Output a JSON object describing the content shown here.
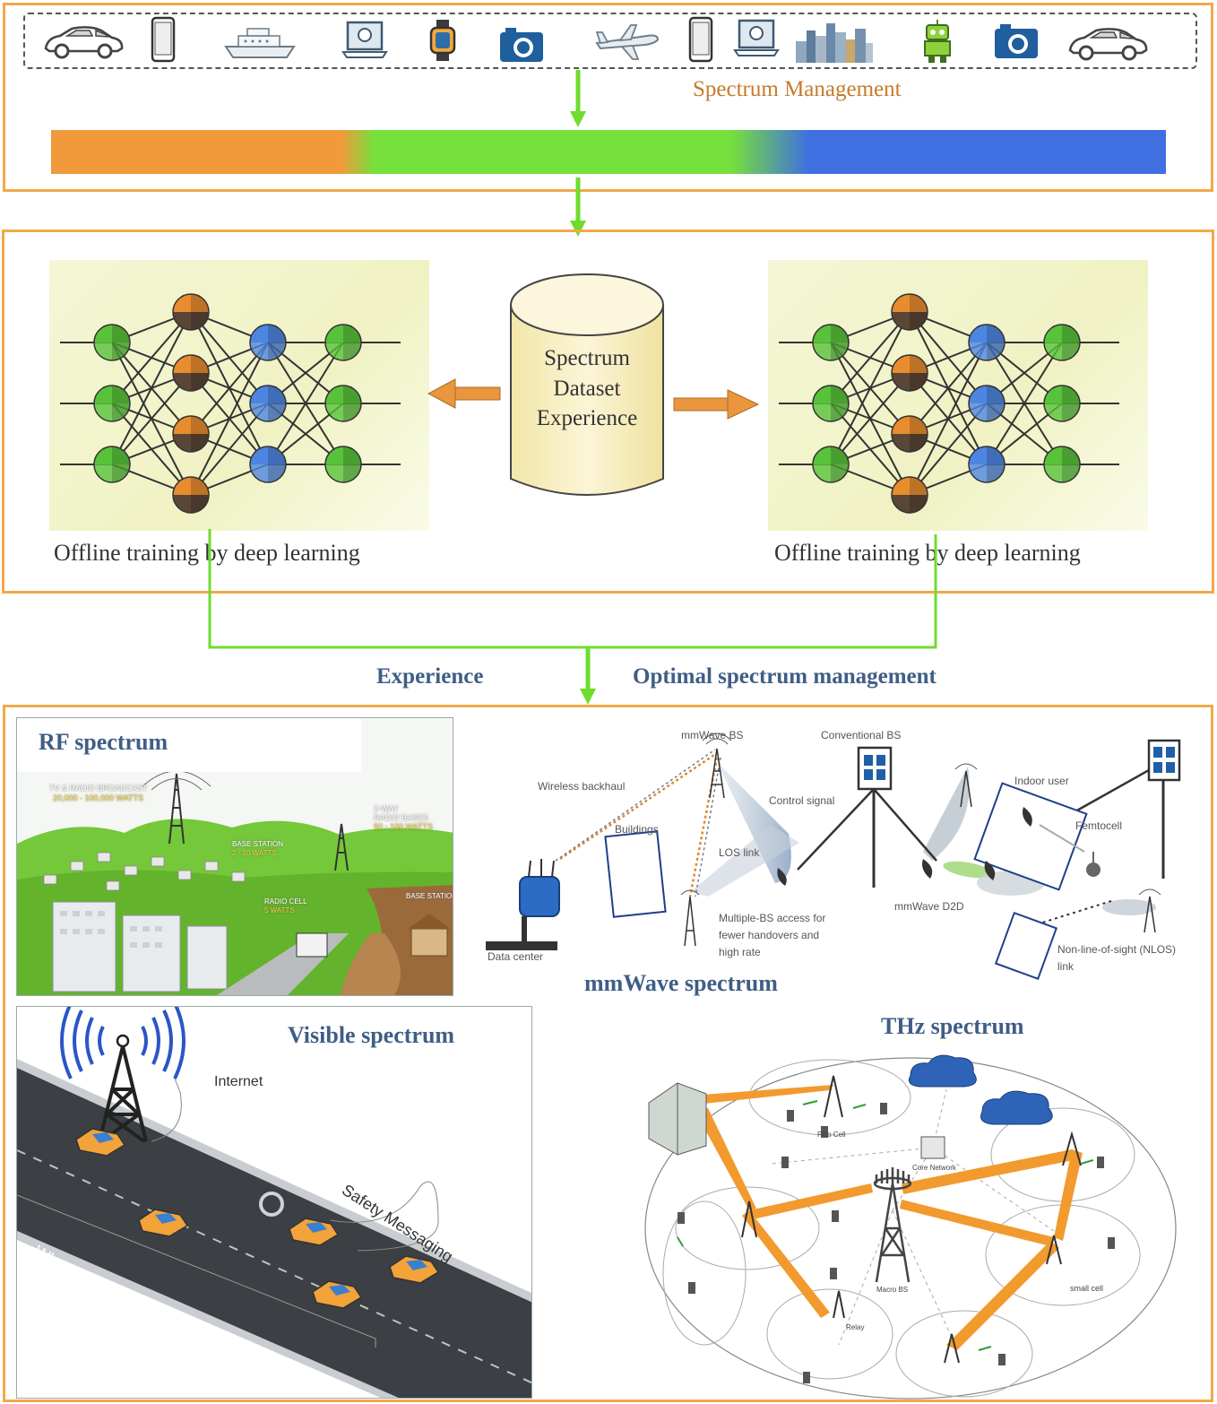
{
  "top": {
    "devices": [
      "car-icon",
      "smartphone-icon",
      "ship-icon",
      "laptop-icon",
      "smartwatch-icon",
      "camera-icon",
      "airplane-icon",
      "smartphone-icon",
      "laptop-icon",
      "city-icon",
      "robot-icon",
      "camera-icon",
      "car-icon"
    ],
    "spectrum_management_label": "Spectrum Management",
    "bar_colors": [
      "#f09a3c",
      "#76e03c",
      "#3f6fe0"
    ]
  },
  "middle": {
    "dataset_label": [
      "Spectrum",
      "Dataset",
      "Experience"
    ],
    "left_caption": "Offline training by deep learning",
    "right_caption": "Offline training by deep learning"
  },
  "flow": {
    "experience_label": "Experience",
    "optimal_label": "Optimal spectrum management"
  },
  "rf": {
    "title": "RF spectrum",
    "labels": [
      "TV & RADIO BROADCAST",
      "20,000 - 100,000 WATTS",
      "2-WAY",
      "RADIO BASES",
      "50 - 100 WATTS",
      "BASE STATION",
      "2 - 20 WATTS",
      "RADIO CELL",
      "5 WATTS",
      "BASE STATION"
    ]
  },
  "mmwave": {
    "title": "mmWave spectrum",
    "labels": {
      "mmwave_bs": "mmWave BS",
      "conventional_bs": "Conventional BS",
      "wireless_backhaul": "Wireless backhaul",
      "control_signal": "Control signal",
      "buildings": "Buildings",
      "indoor_user": "Indoor user",
      "femtocell": "Femtocell",
      "los_link": "LOS link",
      "multiple_bs": [
        "Multiple-BS access for",
        "fewer handovers and",
        "high rate"
      ],
      "mmwave_d2d": "mmWave D2D",
      "data_center": "Data center",
      "nlos": [
        "Non-line-of-sight (NLOS)",
        "link"
      ]
    }
  },
  "visible": {
    "title": "Visible spectrum",
    "internet": "Internet",
    "safety": "Safety Messaging",
    "traffic": "What is the traffic ahead"
  },
  "thz": {
    "title": "THz spectrum",
    "labels": {
      "pico_cell": "Pico Cell",
      "core_network": "Core Network",
      "macro_bs": "Macro BS",
      "small_cell": "small cell",
      "relay": "Relay"
    }
  }
}
